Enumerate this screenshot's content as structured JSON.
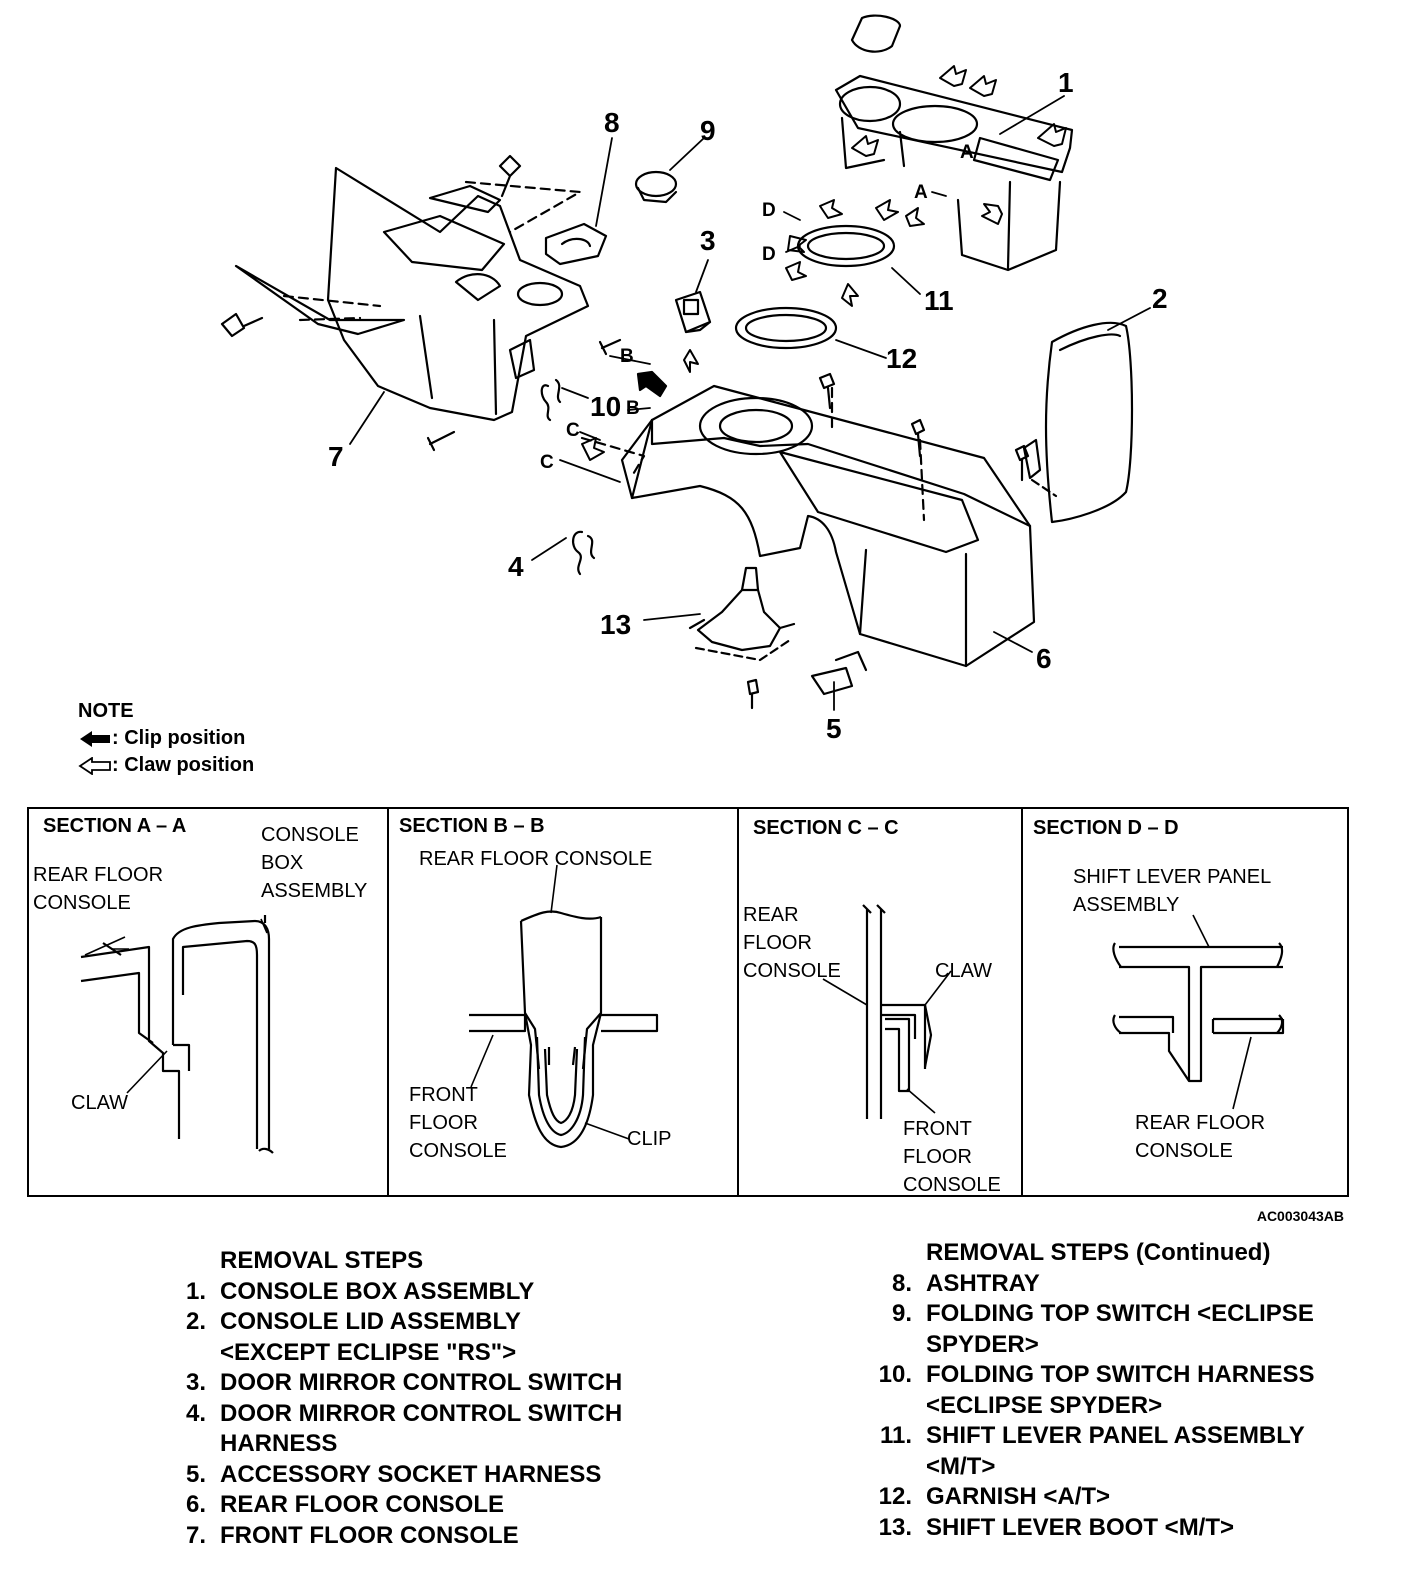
{
  "callouts": [
    "1",
    "2",
    "3",
    "4",
    "5",
    "6",
    "7",
    "8",
    "9",
    "10",
    "11",
    "12",
    "13"
  ],
  "section_markers": {
    "a": "A",
    "b": "B",
    "c": "C",
    "d": "D"
  },
  "note": {
    "title": "NOTE",
    "clip": ": Clip position",
    "claw": ": Claw position"
  },
  "sections": [
    {
      "title": "SECTION A – A",
      "labels": [
        "REAR FLOOR\nCONSOLE",
        "CONSOLE\nBOX\nASSEMBLY",
        "CLAW"
      ]
    },
    {
      "title": "SECTION B – B",
      "labels": [
        "REAR FLOOR CONSOLE",
        "FRONT\nFLOOR\nCONSOLE",
        "CLIP"
      ]
    },
    {
      "title": "SECTION C – C",
      "labels": [
        "REAR\nFLOOR\nCONSOLE",
        "CLAW",
        "FRONT\nFLOOR\nCONSOLE"
      ]
    },
    {
      "title": "SECTION D – D",
      "labels": [
        "SHIFT LEVER PANEL\nASSEMBLY",
        "REAR FLOOR\nCONSOLE"
      ]
    }
  ],
  "figure_code": "AC003043AB",
  "removal_steps": {
    "title": "REMOVAL STEPS",
    "items": [
      {
        "num": "1.",
        "text": "CONSOLE BOX ASSEMBLY"
      },
      {
        "num": "2.",
        "text": "CONSOLE LID ASSEMBLY\n<EXCEPT ECLIPSE \"RS\">"
      },
      {
        "num": "3.",
        "text": "DOOR MIRROR CONTROL SWITCH"
      },
      {
        "num": "4.",
        "text": "DOOR MIRROR CONTROL SWITCH\nHARNESS"
      },
      {
        "num": "5.",
        "text": "ACCESSORY SOCKET HARNESS"
      },
      {
        "num": "6.",
        "text": "REAR FLOOR CONSOLE"
      },
      {
        "num": "7.",
        "text": "FRONT FLOOR CONSOLE"
      }
    ]
  },
  "removal_steps_continued": {
    "title": "REMOVAL STEPS (Continued)",
    "items": [
      {
        "num": "8.",
        "text": "ASHTRAY"
      },
      {
        "num": "9.",
        "text": "FOLDING TOP SWITCH <ECLIPSE\nSPYDER>"
      },
      {
        "num": "10.",
        "text": "FOLDING TOP SWITCH HARNESS\n<ECLIPSE SPYDER>"
      },
      {
        "num": "11.",
        "text": "SHIFT LEVER PANEL ASSEMBLY\n<M/T>"
      },
      {
        "num": "12.",
        "text": "GARNISH <A/T>"
      },
      {
        "num": "13.",
        "text": "SHIFT LEVER BOOT <M/T>"
      }
    ]
  }
}
